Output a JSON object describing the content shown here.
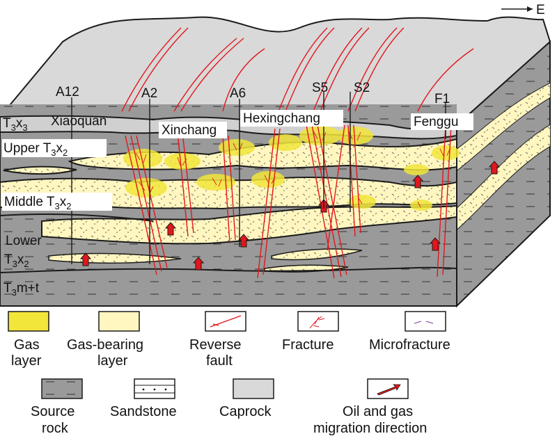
{
  "compass": {
    "label": "E"
  },
  "wells": [
    {
      "id": "a12",
      "label": "A12"
    },
    {
      "id": "a2",
      "label": "A2"
    },
    {
      "id": "a6",
      "label": "A6"
    },
    {
      "id": "s5",
      "label": "S5"
    },
    {
      "id": "s2",
      "label": "S2"
    },
    {
      "id": "f1",
      "label": "F1"
    }
  ],
  "towns": [
    {
      "id": "xiaoquan",
      "label": "Xiaoquan"
    },
    {
      "id": "xinchang",
      "label": "Xinchang"
    },
    {
      "id": "hexingchang",
      "label": "Hexingchang"
    },
    {
      "id": "fenggu",
      "label": "Fenggu"
    }
  ],
  "strata": {
    "t3x3": {
      "base": "T",
      "sub1": "3",
      "mid": "x",
      "sub2": "3"
    },
    "upper": {
      "prefix": "Upper ",
      "base": "T",
      "sub1": "3",
      "mid": "x",
      "sub2": "2"
    },
    "middle": {
      "prefix": "Middle ",
      "base": "T",
      "sub1": "3",
      "mid": "x",
      "sub2": "2"
    },
    "lower_word": "Lower",
    "lower": {
      "base": "T",
      "sub1": "3",
      "mid": "x",
      "sub2": "2"
    },
    "t3mt": {
      "base": "T",
      "sub1": "3",
      "mid": "m+t"
    }
  },
  "legend": [
    {
      "id": "gas-layer",
      "lines": [
        "Gas",
        "layer"
      ]
    },
    {
      "id": "gas-bearing-layer",
      "lines": [
        "Gas-bearing",
        "layer"
      ]
    },
    {
      "id": "reverse-fault",
      "lines": [
        "Reverse",
        "fault"
      ]
    },
    {
      "id": "fracture",
      "lines": [
        "Fracture"
      ]
    },
    {
      "id": "microfracture",
      "lines": [
        "Microfracture"
      ]
    },
    {
      "id": "source-rock",
      "lines": [
        "Source",
        "rock"
      ]
    },
    {
      "id": "sandstone",
      "lines": [
        "Sandstone"
      ]
    },
    {
      "id": "caprock",
      "lines": [
        "Caprock"
      ]
    },
    {
      "id": "migration",
      "lines": [
        "Oil and gas",
        "migration direction"
      ]
    }
  ],
  "colors": {
    "gas_layer": "#f2e63a",
    "gas_bearing": "#fff6c0",
    "source_rock": "#9a9a9a",
    "caprock": "#d9d9d9",
    "fault": "#e2161c",
    "outline": "#1a1a1a"
  }
}
